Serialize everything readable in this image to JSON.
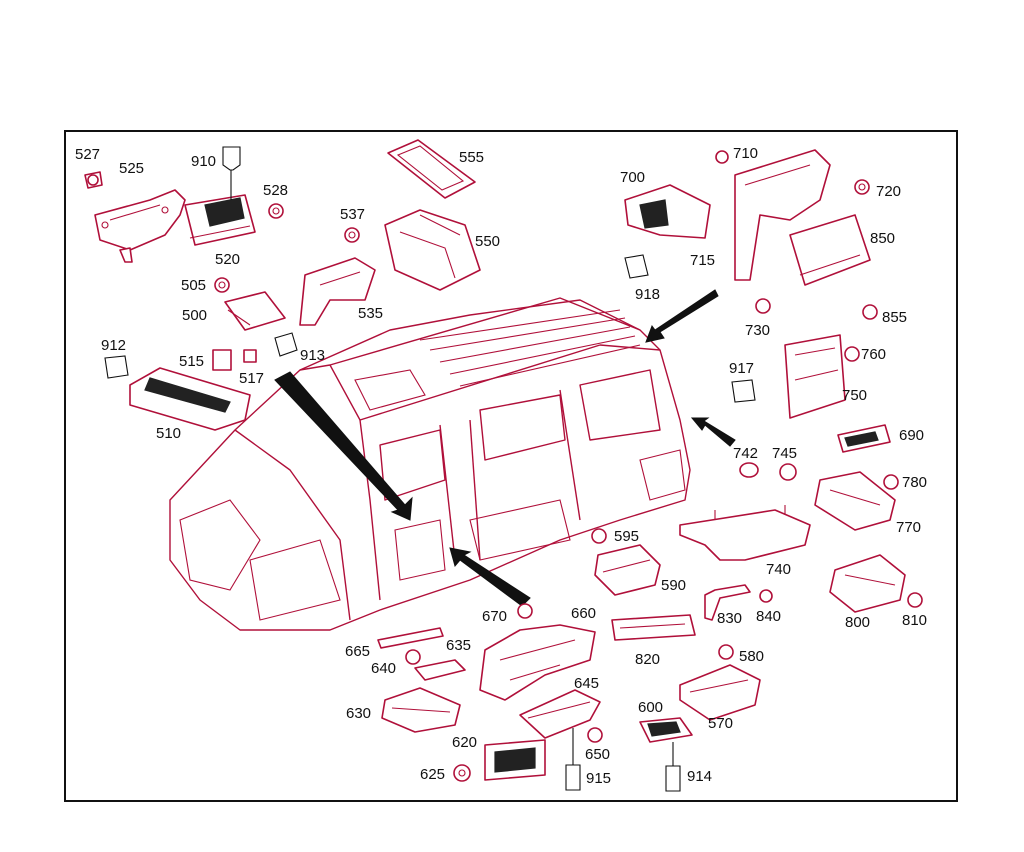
{
  "callouts": [
    {
      "id": "c527",
      "text": "527"
    },
    {
      "id": "c525",
      "text": "525"
    },
    {
      "id": "c910",
      "text": "910"
    },
    {
      "id": "c528",
      "text": "528"
    },
    {
      "id": "c520",
      "text": "520"
    },
    {
      "id": "c555",
      "text": "555"
    },
    {
      "id": "c537",
      "text": "537"
    },
    {
      "id": "c550",
      "text": "550"
    },
    {
      "id": "c535",
      "text": "535"
    },
    {
      "id": "c505",
      "text": "505"
    },
    {
      "id": "c500",
      "text": "500"
    },
    {
      "id": "c913",
      "text": "913"
    },
    {
      "id": "c912",
      "text": "912"
    },
    {
      "id": "c515",
      "text": "515"
    },
    {
      "id": "c517",
      "text": "517"
    },
    {
      "id": "c510",
      "text": "510"
    },
    {
      "id": "c700",
      "text": "700"
    },
    {
      "id": "c918",
      "text": "918"
    },
    {
      "id": "c710",
      "text": "710"
    },
    {
      "id": "c720",
      "text": "720"
    },
    {
      "id": "c850",
      "text": "850"
    },
    {
      "id": "c715",
      "text": "715"
    },
    {
      "id": "c730",
      "text": "730"
    },
    {
      "id": "c855",
      "text": "855"
    },
    {
      "id": "c917",
      "text": "917"
    },
    {
      "id": "c760",
      "text": "760"
    },
    {
      "id": "c750",
      "text": "750"
    },
    {
      "id": "c690",
      "text": "690"
    },
    {
      "id": "c742",
      "text": "742"
    },
    {
      "id": "c745",
      "text": "745"
    },
    {
      "id": "c780",
      "text": "780"
    },
    {
      "id": "c770",
      "text": "770"
    },
    {
      "id": "c740",
      "text": "740"
    },
    {
      "id": "c800",
      "text": "800"
    },
    {
      "id": "c810",
      "text": "810"
    },
    {
      "id": "c595",
      "text": "595"
    },
    {
      "id": "c590",
      "text": "590"
    },
    {
      "id": "c830",
      "text": "830"
    },
    {
      "id": "c840",
      "text": "840"
    },
    {
      "id": "c670",
      "text": "670"
    },
    {
      "id": "c660",
      "text": "660"
    },
    {
      "id": "c665",
      "text": "665"
    },
    {
      "id": "c635",
      "text": "635"
    },
    {
      "id": "c640",
      "text": "640"
    },
    {
      "id": "c820",
      "text": "820"
    },
    {
      "id": "c580",
      "text": "580"
    },
    {
      "id": "c630",
      "text": "630"
    },
    {
      "id": "c645",
      "text": "645"
    },
    {
      "id": "c570",
      "text": "570"
    },
    {
      "id": "c600",
      "text": "600"
    },
    {
      "id": "c620",
      "text": "620"
    },
    {
      "id": "c650",
      "text": "650"
    },
    {
      "id": "c625",
      "text": "625"
    },
    {
      "id": "c915",
      "text": "915"
    },
    {
      "id": "c914",
      "text": "914"
    }
  ]
}
